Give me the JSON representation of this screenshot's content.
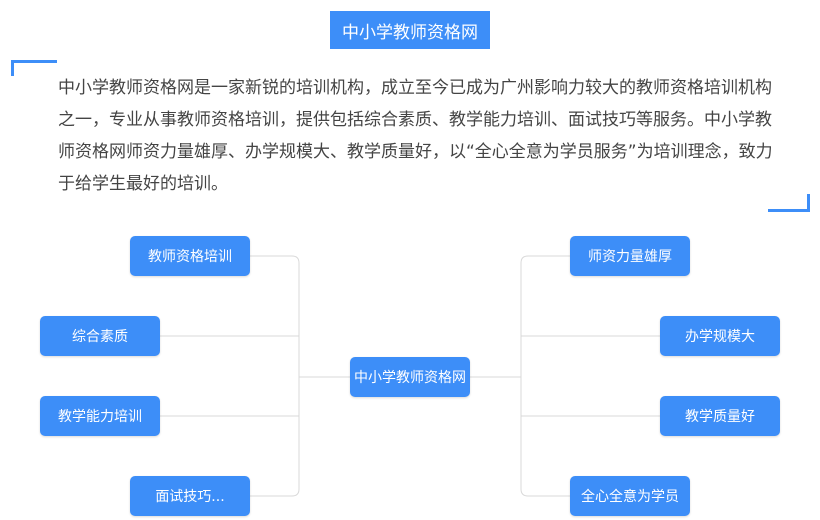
{
  "header": {
    "title": "中小学教师资格网"
  },
  "intro": {
    "text": "中小学教师资格网是一家新锐的培训机构，成立至今已成为广州影响力较大的教师资格培训机构之一，专业从事教师资格培训，提供包括综合素质、教学能力培训、面试技巧等服务。中小学教师资格网师资力量雄厚、办学规模大、教学质量好，以“全心全意为学员服务”为培训理念，致力于给学生最好的培训。"
  },
  "diagram": {
    "center": "中小学教师资格网",
    "left": [
      "教师资格培训",
      "综合素质",
      "教学能力培训",
      "面试技巧..."
    ],
    "right": [
      "师资力量雄厚",
      "办学规模大",
      "教学质量好",
      "全心全意为学员"
    ]
  },
  "colors": {
    "accent": "#3d8ef8",
    "connector": "#d9d9d9",
    "text": "#444444"
  }
}
